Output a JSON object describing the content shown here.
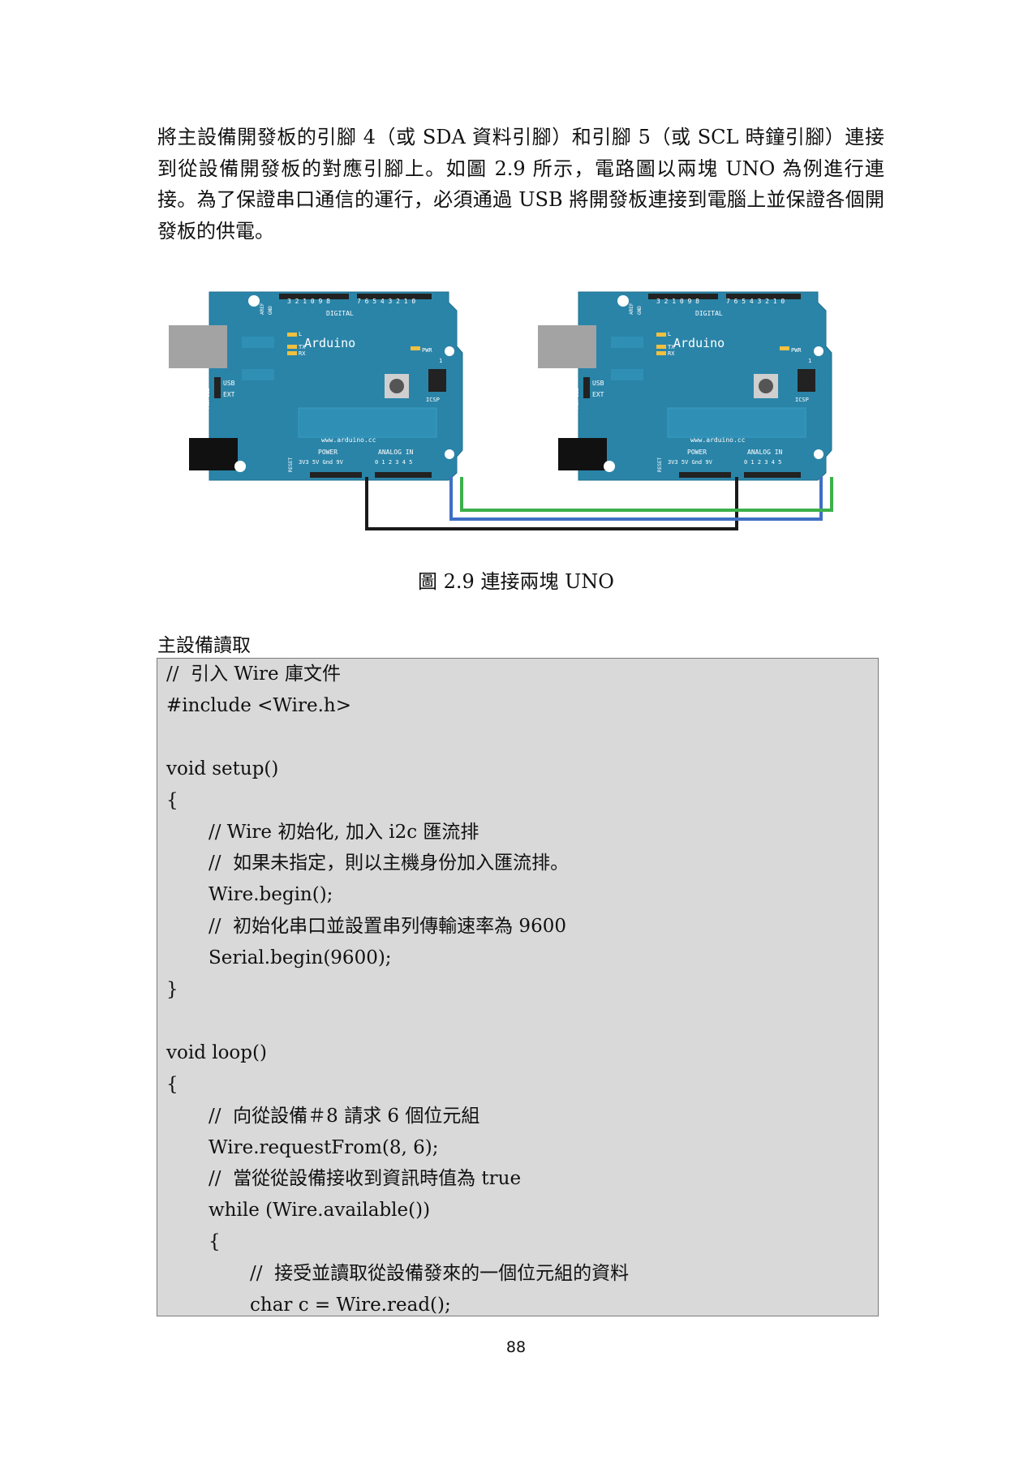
{
  "intro": "將主設備開發板的引腳 4（或 SDA 資料引腳）和引腳 5（或 SCL 時鐘引腳）連接到從設備開發板的對應引腳上。如圖 2.9 所示，電路圖以兩塊 UNO 為例進行連接。為了保證串口通信的運行，必須通過 USB 將開發板連接到電腦上並保證各個開發板的供電。",
  "figure": {
    "boards": [
      {
        "brand": "Arduino",
        "url": "www.arduino.cc",
        "digital": "DIGITAL",
        "power": "POWER",
        "analog": "ANALOG IN",
        "power_pins": "3V3 5V Gnd 9V",
        "analog_pins": "0 1 2 3 4 5",
        "usb": "USB",
        "ext": "EXT",
        "pwr_sel": "PWR SEL",
        "icsp": "ICSP",
        "pwr": "PWR",
        "tx": "TX",
        "rx": "RX",
        "l": "L",
        "reset": "RESET",
        "aref": "AREF",
        "gnd": "GND",
        "digital_high": "3 2 1 0 9 8",
        "digital_low": "7 6 5 4 3 2 1 0",
        "one": "1"
      },
      {
        "brand": "Arduino",
        "url": "www.arduino.cc",
        "digital": "DIGITAL",
        "power": "POWER",
        "analog": "ANALOG IN",
        "power_pins": "3V3 5V Gnd 9V",
        "analog_pins": "0 1 2 3 4 5",
        "usb": "USB",
        "ext": "EXT",
        "pwr_sel": "PWR SEL",
        "icsp": "ICSP",
        "pwr": "PWR",
        "tx": "TX",
        "rx": "RX",
        "l": "L",
        "reset": "RESET",
        "aref": "AREF",
        "gnd": "GND",
        "digital_high": "3 2 1 0 9 8",
        "digital_low": "7 6 5 4 3 2 1 0",
        "one": "1"
      }
    ],
    "board_color": "#2a84a8",
    "wire_colors": {
      "gnd": "#1a1a1a",
      "sda": "#3f6fc4",
      "scl": "#3cb04a"
    }
  },
  "caption": "圖 2.9  連接兩塊 UNO",
  "section_title": "主設備讀取",
  "code": [
    {
      "indent": 0,
      "text": "//  引入 Wire 庫文件"
    },
    {
      "indent": 0,
      "text": "#include <Wire.h>"
    },
    {
      "indent": 0,
      "text": ""
    },
    {
      "indent": 0,
      "text": "void setup()"
    },
    {
      "indent": 0,
      "text": "{"
    },
    {
      "indent": 1,
      "text": "// Wire 初始化, 加入 i2c 匯流排"
    },
    {
      "indent": 1,
      "text": "//  如果未指定，則以主機身份加入匯流排。"
    },
    {
      "indent": 1,
      "text": "Wire.begin();"
    },
    {
      "indent": 1,
      "text": "//  初始化串口並設置串列傳輸速率為 9600"
    },
    {
      "indent": 1,
      "text": "Serial.begin(9600);"
    },
    {
      "indent": 0,
      "text": "}"
    },
    {
      "indent": 0,
      "text": ""
    },
    {
      "indent": 0,
      "text": "void loop()"
    },
    {
      "indent": 0,
      "text": "{"
    },
    {
      "indent": 1,
      "text": "//  向從設備＃8 請求 6 個位元組"
    },
    {
      "indent": 1,
      "text": "Wire.requestFrom(8, 6);"
    },
    {
      "indent": 1,
      "text": "//  當從從設備接收到資訊時值為 true"
    },
    {
      "indent": 1,
      "text": "while (Wire.available())"
    },
    {
      "indent": 1,
      "text": "{"
    },
    {
      "indent": 2,
      "text": "//  接受並讀取從設備發來的一個位元組的資料"
    },
    {
      "indent": 2,
      "text": "char c = Wire.read();"
    }
  ],
  "page_number": "88"
}
